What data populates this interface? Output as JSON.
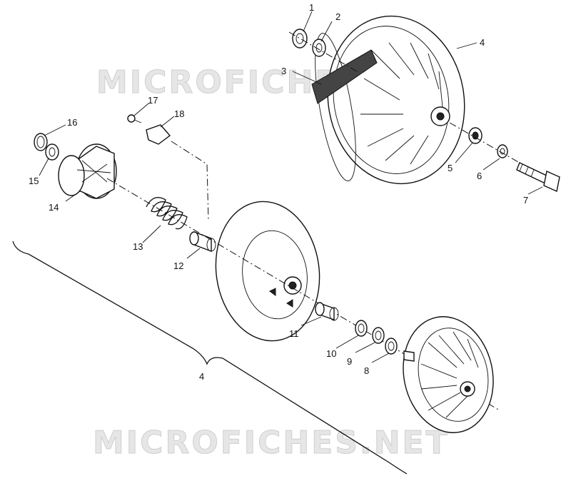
{
  "watermark": "MICROFICHES.NET",
  "callouts": {
    "c1": "1",
    "c2": "2",
    "c3": "3",
    "c4": "4",
    "c5": "5",
    "c6": "6",
    "c7": "7",
    "c8": "8",
    "c9": "9",
    "c10": "10",
    "c11": "11",
    "c12": "12",
    "c13": "13",
    "c14": "14",
    "c15": "15",
    "c16": "16",
    "c17": "17",
    "c18": "18",
    "c_assembly": "4"
  }
}
